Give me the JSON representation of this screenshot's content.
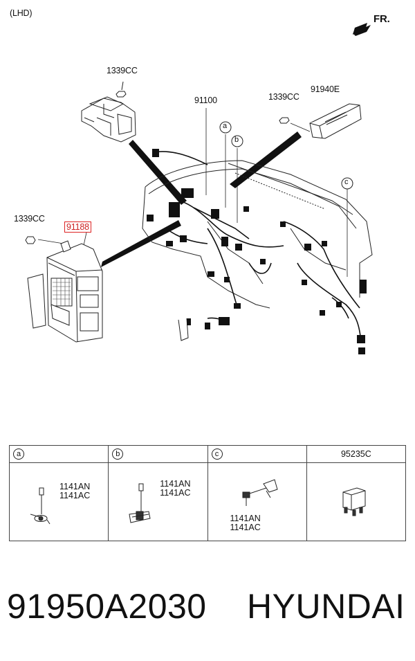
{
  "diagram": {
    "orientation": "(LHD)",
    "direction": "FR.",
    "labels": {
      "bolt_top": "1339CC",
      "main_harness": "91100",
      "bolt_right": "1339CC",
      "module_right": "91940E",
      "bolt_left": "1339CC",
      "junction_box": "91188",
      "callout_a": "a",
      "callout_b": "b",
      "callout_c": "c"
    }
  },
  "legend": {
    "headers": [
      {
        "type": "circle",
        "text": "a"
      },
      {
        "type": "circle",
        "text": "b"
      },
      {
        "type": "circle",
        "text": "c"
      },
      {
        "type": "text",
        "text": "95235C"
      }
    ],
    "cells": [
      {
        "line1": "1141AN",
        "line2": "1141AC"
      },
      {
        "line1": "1141AN",
        "line2": "1141AC"
      },
      {
        "line1": "1141AN",
        "line2": "1141AC"
      }
    ]
  },
  "footer": {
    "part_number": "91950A2030",
    "brand": "HYUNDAI"
  }
}
